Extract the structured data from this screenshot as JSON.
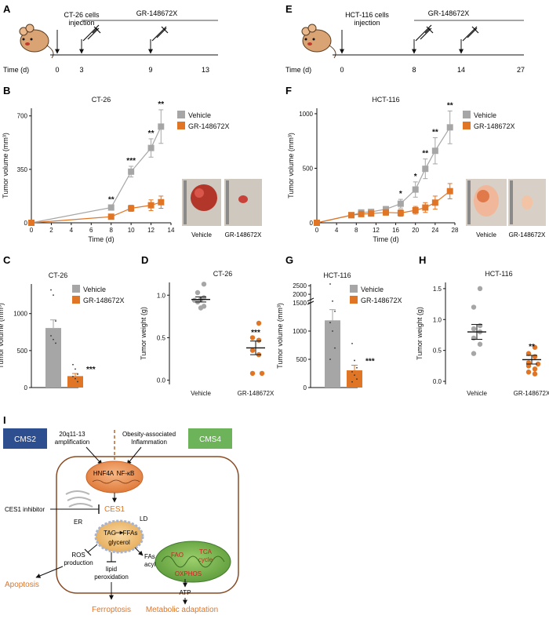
{
  "colors": {
    "vehicle": "#a6a6a6",
    "treated": "#e07526",
    "cms2": "#2e4f8f",
    "cms4": "#6db35a",
    "accent": "#e07526"
  },
  "panels": {
    "A": {
      "letter": "A",
      "cells": "CT-26 cells",
      "injection": "injection",
      "drug": "GR-148672X",
      "time_label": "Time (d)",
      "times": [
        "0",
        "3",
        "9",
        "13"
      ]
    },
    "E": {
      "letter": "E",
      "cells": "HCT-116 cells",
      "injection": "injection",
      "drug": "GR-148672X",
      "time_label": "Time (d)",
      "times": [
        "0",
        "8",
        "14",
        "27"
      ]
    },
    "B": {
      "letter": "B",
      "legend": [
        "Vehicle",
        "GR-148672X"
      ],
      "photo_labels": [
        "Vehicle",
        "GR-148672X"
      ]
    },
    "F": {
      "letter": "F",
      "legend": [
        "Vehicle",
        "GR-148672X"
      ],
      "photo_labels": [
        "Vehicle",
        "GR-148672X"
      ]
    },
    "C": {
      "letter": "C",
      "legend": [
        "Vehicle",
        "GR-148672X"
      ]
    },
    "D": {
      "letter": "D",
      "xcats": [
        "Vehicle",
        "GR-148672X"
      ]
    },
    "G": {
      "letter": "G",
      "legend": [
        "Vehicle",
        "GR-148672X"
      ]
    },
    "H": {
      "letter": "H",
      "xcats": [
        "Vehicle",
        "GR-148672X"
      ]
    },
    "I": {
      "letter": "I",
      "cms2": "CMS2",
      "cms4": "CMS4",
      "amp1": "20q11-13",
      "amp2": "amplification",
      "ob1": "Obesity-associated",
      "ob2": "Inflammation",
      "hnf4a": "HNF4A",
      "nfkb": "NF-κB",
      "ces1": "CES1",
      "inhibitor": "CES1 inhibitor",
      "er": "ER",
      "ld": "LD",
      "tag": "TAG",
      "ffas": "FFAs",
      "glycerol": "glycerol",
      "ros1": "ROS",
      "ros2": "production",
      "lipid1": "lipid",
      "lipid2": "peroxidation",
      "fas1": "FAs",
      "fas2": "acyl-CoA",
      "fao": "FAO",
      "tca1": "TCA",
      "tca2": "cycle",
      "oxphos": "OXPHOS",
      "atp": "ATP",
      "apoptosis": "Apoptosis",
      "ferroptosis": "Ferroptosis",
      "metabolic": "Metabolic adaptation"
    }
  },
  "chart_data": [
    {
      "panel": "B",
      "type": "line",
      "title": "CT-26",
      "xlabel": "Time (d)",
      "ylabel": "Tumor volume (mm³)",
      "xlim": [
        0,
        14
      ],
      "ylim": [
        0,
        750
      ],
      "xticks": [
        0,
        2,
        4,
        6,
        8,
        10,
        12,
        14
      ],
      "yticks": [
        0,
        350,
        700
      ],
      "series": [
        {
          "name": "Vehicle",
          "x": [
            0,
            8,
            10,
            12,
            13
          ],
          "y": [
            0,
            100,
            335,
            490,
            630
          ],
          "err": [
            0,
            15,
            35,
            60,
            110
          ]
        },
        {
          "name": "GR-148672X",
          "x": [
            0,
            8,
            10,
            12,
            13
          ],
          "y": [
            0,
            40,
            95,
            115,
            135
          ],
          "err": [
            0,
            8,
            20,
            35,
            40
          ]
        }
      ],
      "annotations": [
        {
          "x": 8,
          "text": "**"
        },
        {
          "x": 10,
          "text": "***"
        },
        {
          "x": 12,
          "text": "**"
        },
        {
          "x": 13,
          "text": "**"
        }
      ]
    },
    {
      "panel": "F",
      "type": "line",
      "title": "HCT-116",
      "xlabel": "Time (d)",
      "ylabel": "Tumor volume (mm³)",
      "xlim": [
        0,
        28
      ],
      "ylim": [
        0,
        1050
      ],
      "xticks": [
        0,
        4,
        8,
        12,
        16,
        20,
        24,
        28
      ],
      "yticks": [
        0,
        500,
        1000
      ],
      "series": [
        {
          "name": "Vehicle",
          "x": [
            0,
            7,
            9,
            11,
            14,
            17,
            20,
            22,
            24,
            27
          ],
          "y": [
            0,
            70,
            95,
            100,
            125,
            175,
            305,
            495,
            660,
            875
          ],
          "err": [
            0,
            10,
            15,
            20,
            25,
            40,
            70,
            90,
            120,
            150
          ]
        },
        {
          "name": "GR-148672X",
          "x": [
            0,
            7,
            9,
            11,
            14,
            17,
            20,
            22,
            24,
            27
          ],
          "y": [
            0,
            70,
            80,
            85,
            95,
            90,
            115,
            140,
            185,
            290
          ],
          "err": [
            0,
            10,
            15,
            20,
            25,
            30,
            35,
            45,
            60,
            70
          ]
        }
      ],
      "annotations": [
        {
          "x": 17,
          "text": "*"
        },
        {
          "x": 20,
          "text": "*"
        },
        {
          "x": 22,
          "text": "**"
        },
        {
          "x": 24,
          "text": "**"
        },
        {
          "x": 27,
          "text": "**"
        }
      ]
    },
    {
      "panel": "C",
      "type": "bar",
      "title": "CT-26",
      "ylabel": "Tumor volume (mm³)",
      "ylim": [
        0,
        1400
      ],
      "yticks": [
        0,
        500,
        1000
      ],
      "categories": [
        "Vehicle",
        "GR-148672X"
      ],
      "values": [
        805,
        155
      ],
      "err": [
        110,
        35
      ],
      "points": [
        [
          1320,
          1250,
          900,
          700,
          650,
          600
        ],
        [
          310,
          250,
          180,
          150,
          120,
          80
        ]
      ],
      "annotations": [
        {
          "category": "GR-148672X",
          "text": "***"
        }
      ]
    },
    {
      "panel": "D",
      "type": "scatter",
      "title": "CT-26",
      "ylabel": "Tumor weight (g)",
      "ylim": [
        -0.05,
        1.15
      ],
      "yticks": [
        0.0,
        0.5,
        1.0
      ],
      "categories": [
        "Vehicle",
        "GR-148672X"
      ],
      "points": [
        [
          1.13,
          1.03,
          0.97,
          0.95,
          0.94,
          0.92,
          0.87,
          0.85
        ],
        [
          0.67,
          0.5,
          0.47,
          0.35,
          0.3,
          0.08,
          0.08
        ]
      ],
      "means": [
        0.95,
        0.38
      ],
      "sem": [
        0.03,
        0.08
      ],
      "annotations": [
        {
          "category": "GR-148672X",
          "text": "***"
        }
      ]
    },
    {
      "panel": "G",
      "type": "bar",
      "title": "HCT-116",
      "ylabel": "Tumor volume (mm³)",
      "ylim": [
        0,
        2600
      ],
      "yticks": [
        0,
        500,
        1000,
        1500,
        2000,
        2500
      ],
      "ytick_labels": [
        "0",
        "500",
        "1000",
        "1500",
        "2000",
        "2500"
      ],
      "axis_break": true,
      "categories": [
        "Vehicle",
        "GR-148672X"
      ],
      "values": [
        1190,
        305
      ],
      "err": [
        190,
        90
      ],
      "points": [
        [
          2600,
          1600,
          1350,
          1150,
          1000,
          700,
          500
        ],
        [
          780,
          480,
          350,
          280,
          220,
          150,
          100
        ]
      ],
      "annotations": [
        {
          "category": "GR-148672X",
          "text": "***"
        }
      ]
    },
    {
      "panel": "H",
      "type": "scatter",
      "title": "HCT-116",
      "ylabel": "Tumor weight (g)",
      "ylim": [
        -0.05,
        1.6
      ],
      "yticks": [
        0.0,
        0.5,
        1.0,
        1.5
      ],
      "categories": [
        "Vehicle",
        "GR-148672X"
      ],
      "points": [
        [
          1.5,
          1.2,
          0.9,
          0.85,
          0.8,
          0.7,
          0.6,
          0.45
        ],
        [
          0.55,
          0.45,
          0.4,
          0.3,
          0.28,
          0.25,
          0.2,
          0.15,
          0.12
        ]
      ],
      "means": [
        0.8,
        0.35
      ],
      "sem": [
        0.12,
        0.07
      ],
      "annotations": [
        {
          "category": "GR-148672X",
          "text": "**"
        }
      ]
    }
  ]
}
